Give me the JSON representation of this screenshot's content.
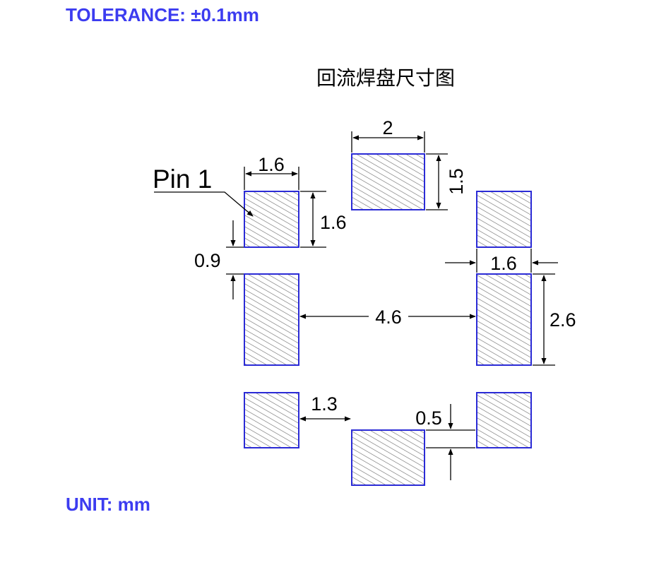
{
  "tolerance": "TOLERANCE: ±0.1mm",
  "unit": "UNIT: mm",
  "title": "回流焊盘尺寸图",
  "pin_label": "Pin 1",
  "dimensions": {
    "top_pad_width": "2",
    "top_pad_height": "1.5",
    "pin1_width": "1.6",
    "pin1_height": "1.6",
    "pin_gap": "0.9",
    "center_span": "4.6",
    "right_pad_width": "1.6",
    "right_pad_height": "2.6",
    "bottom_gap": "1.3",
    "bottom_offset": "0.5"
  },
  "colors": {
    "pad_outline": "#2b2bd6",
    "pad_hatch": "#6a6a6a",
    "label_blue": "#3c3cf0"
  }
}
